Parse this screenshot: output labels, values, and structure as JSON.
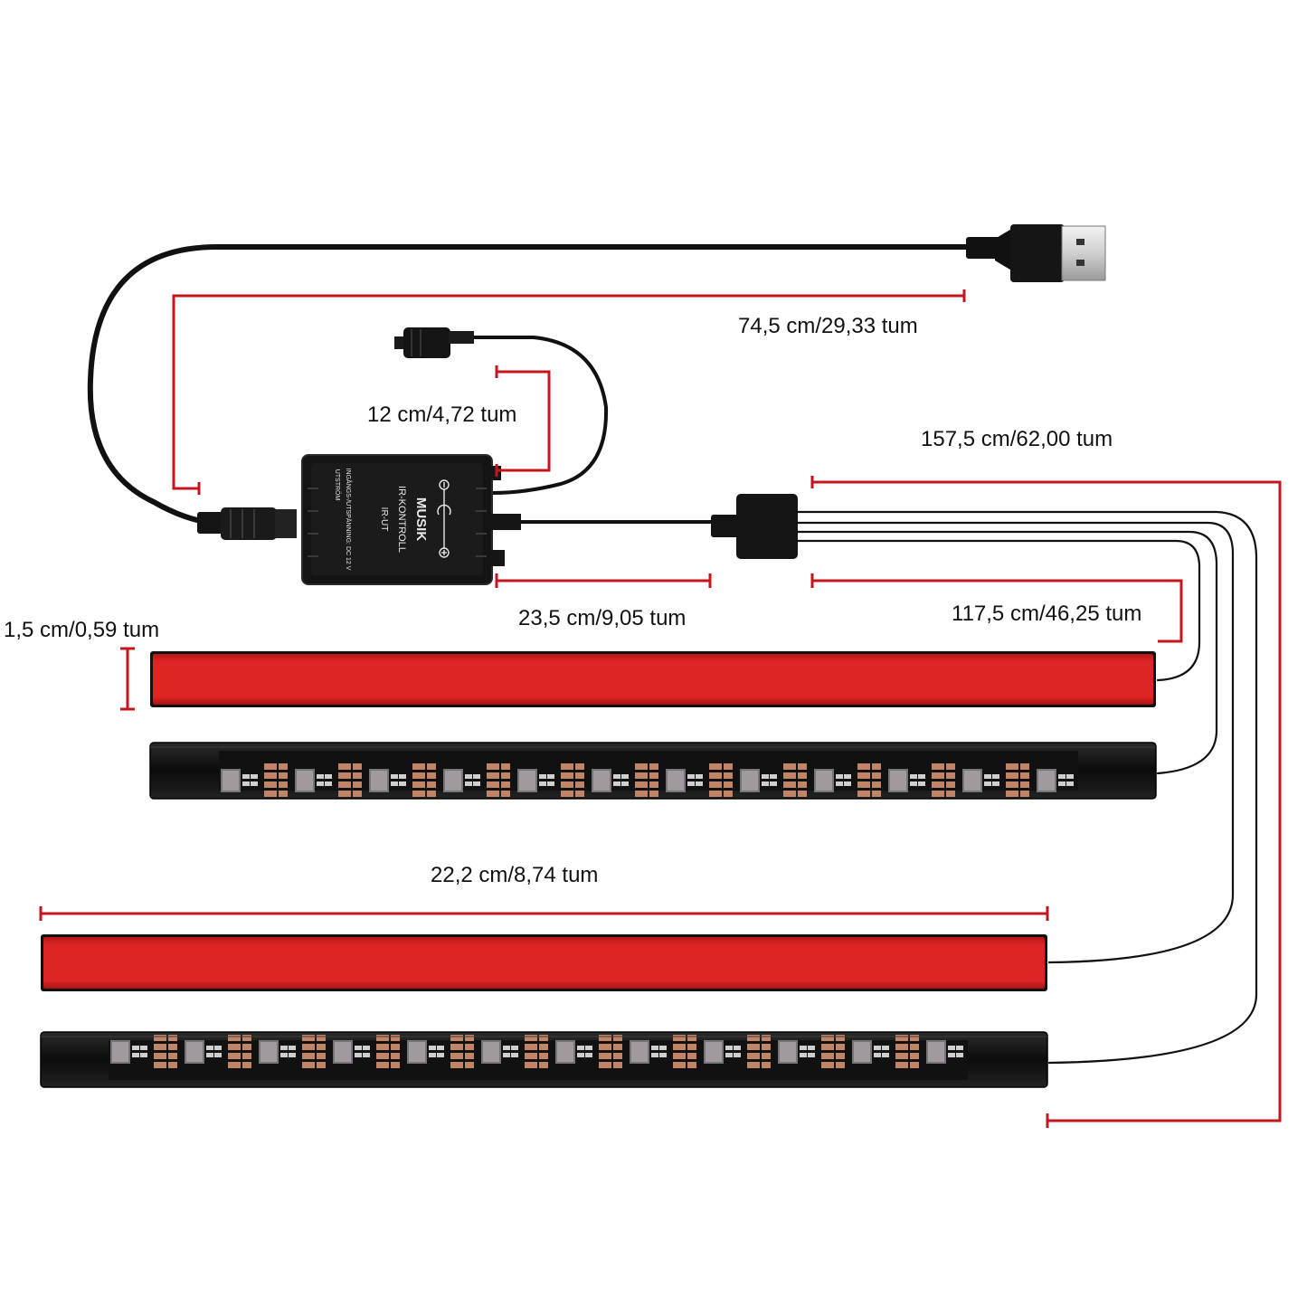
{
  "controller": {
    "music_label": "MUSIK",
    "ir_control_label": "IR-KONTROLL",
    "ir_out_label": "IR-UT",
    "input_label": "INGÅNGS-/UTSPÄNNING: DC 12 V",
    "output_label": "UTSTRÖM"
  },
  "dimensions": {
    "usb_cable": "74,5 cm/29,33 tum",
    "ir_cable": "12 cm/4,72 tum",
    "total_cable": "157,5 cm/62,00 tum",
    "controller_cable": "23,5 cm/9,05 tum",
    "short_branch": "117,5 cm/46,25 tum",
    "bar_height": "1,5 cm/0,59 tum",
    "bar_length": "22,2 cm/8,74 tum"
  },
  "colors": {
    "dimension_line": "#c4161c",
    "bar_lit": "#d42020",
    "cable": "#111111"
  }
}
